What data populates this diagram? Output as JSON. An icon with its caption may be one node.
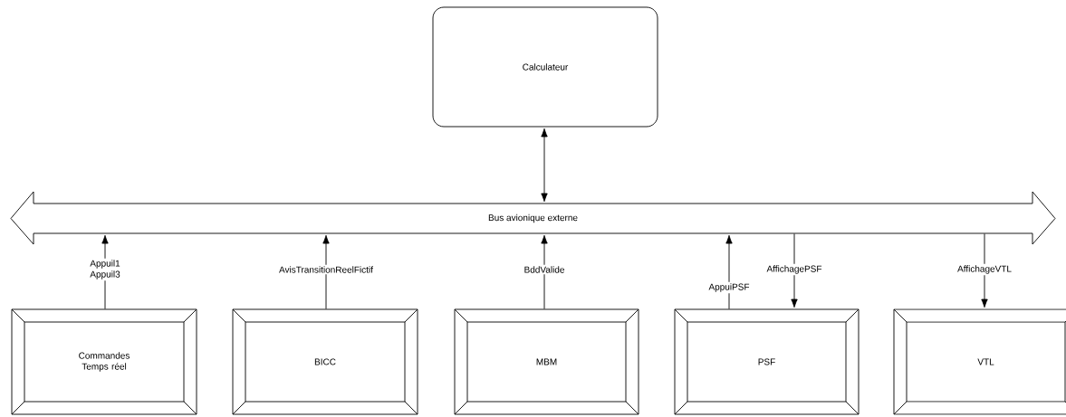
{
  "diagram": {
    "nodes": [
      {
        "text": [
          "Calculateur"
        ]
      },
      {
        "text": [
          "Bus avionique externe"
        ]
      },
      {
        "text": [
          "Commandes Temps réel"
        ]
      },
      {
        "text": [
          "BICC"
        ]
      },
      {
        "text": [
          "MBM"
        ]
      },
      {
        "text": [
          "PSF"
        ]
      },
      {
        "text": [
          "VTL"
        ]
      }
    ],
    "edges": [
      {
        "from": 0,
        "to": 1,
        "arrow": "both"
      },
      {
        "from": 2,
        "to": 1,
        "arrow": "to",
        "label": "Appuil1 Appuil3"
      },
      {
        "from": 3,
        "to": 1,
        "arrow": "to",
        "label": "AvisTransitionReelFictif"
      },
      {
        "from": 4,
        "to": 1,
        "arrow": "to",
        "label": "BddValide"
      },
      {
        "from": 5,
        "to": 1,
        "arrow": "to",
        "label": "AppuiPSF"
      },
      {
        "from": 1,
        "to": 5,
        "arrow": "to",
        "label": "AffichagePSF"
      },
      {
        "from": 1,
        "to": 6,
        "arrow": "to",
        "label": "AffichageVTL"
      }
    ]
  }
}
